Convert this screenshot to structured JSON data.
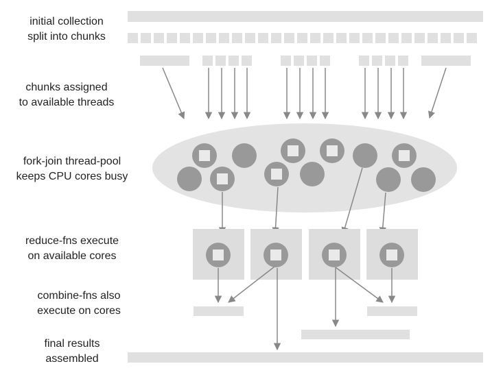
{
  "stages": [
    {
      "line1": "initial collection",
      "line2": "split into chunks"
    },
    {
      "line1": "chunks assigned",
      "line2": "to available threads"
    },
    {
      "line1": "fork-join thread-pool",
      "line2": "keeps CPU cores busy"
    },
    {
      "line1": "reduce-fns execute",
      "line2": "on available cores"
    },
    {
      "line1": "combine-fns also",
      "line2": "execute on cores"
    },
    {
      "line1": "final results",
      "line2": "assembled"
    }
  ],
  "colors": {
    "bar": "#e0e0e0",
    "pool": "#e3e3e3",
    "box": "#dddddd",
    "core": "#999999",
    "task": "#eaeaea",
    "arrow": "#888888",
    "text": "#222222"
  }
}
